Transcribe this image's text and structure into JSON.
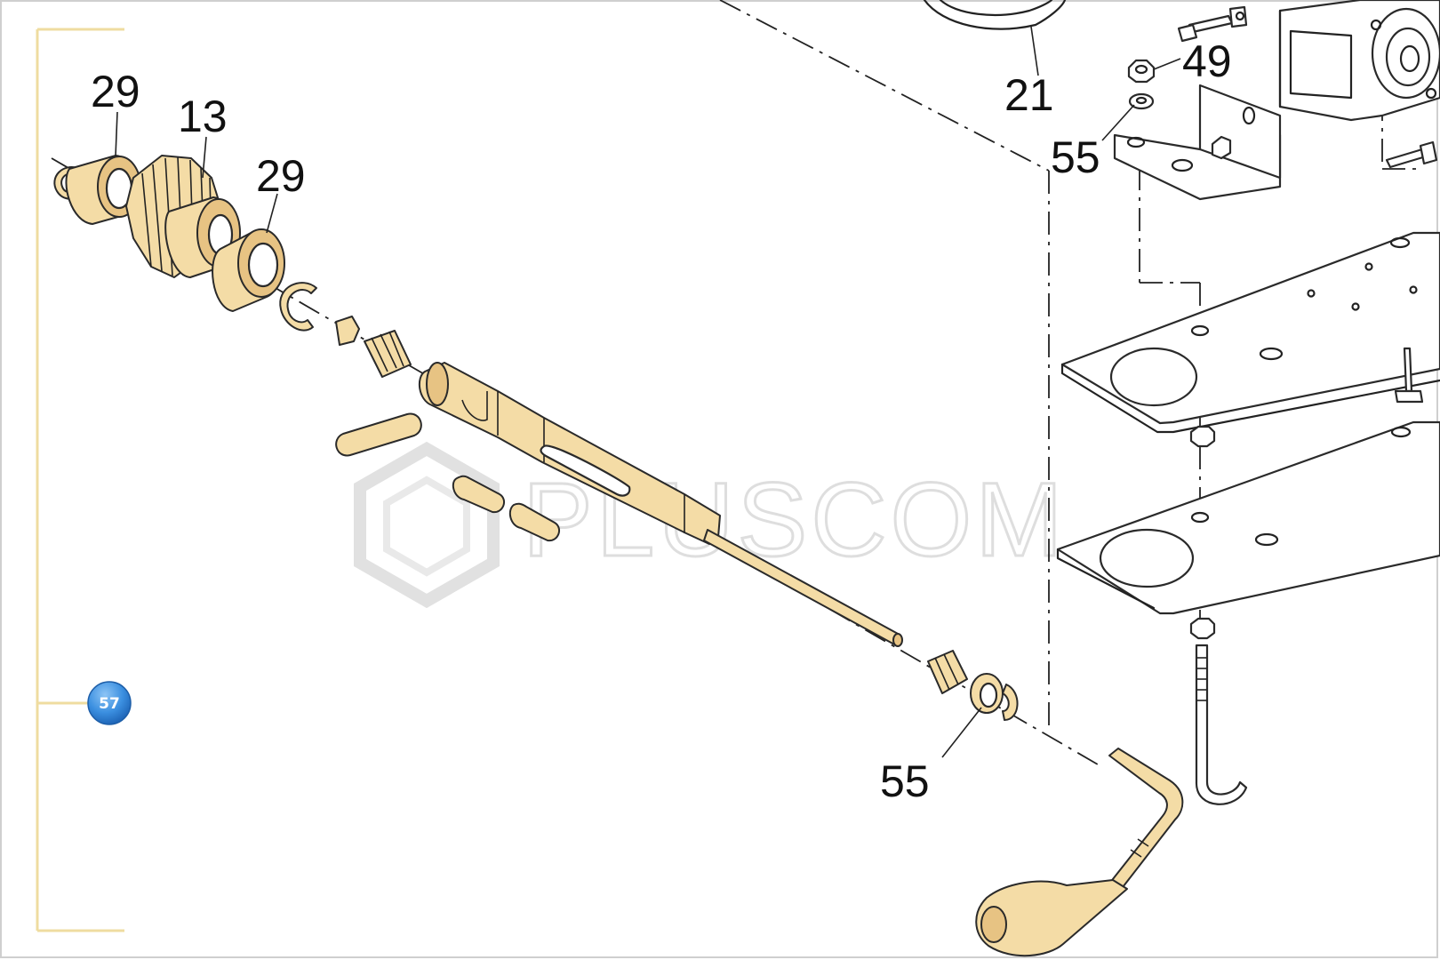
{
  "callouts": {
    "c29_top": "29",
    "c13": "13",
    "c29_mid": "29",
    "c21": "21",
    "c49": "49",
    "c55_top": "55",
    "c55_bottom": "55"
  },
  "badge": {
    "number": "57",
    "color": "#3b8fe0"
  },
  "watermark": {
    "text": "PLUSCOM"
  },
  "colors": {
    "part_fill": "#f4dca6",
    "bracket_line": "#efdca0",
    "frame_border": "#cfcfcf"
  }
}
